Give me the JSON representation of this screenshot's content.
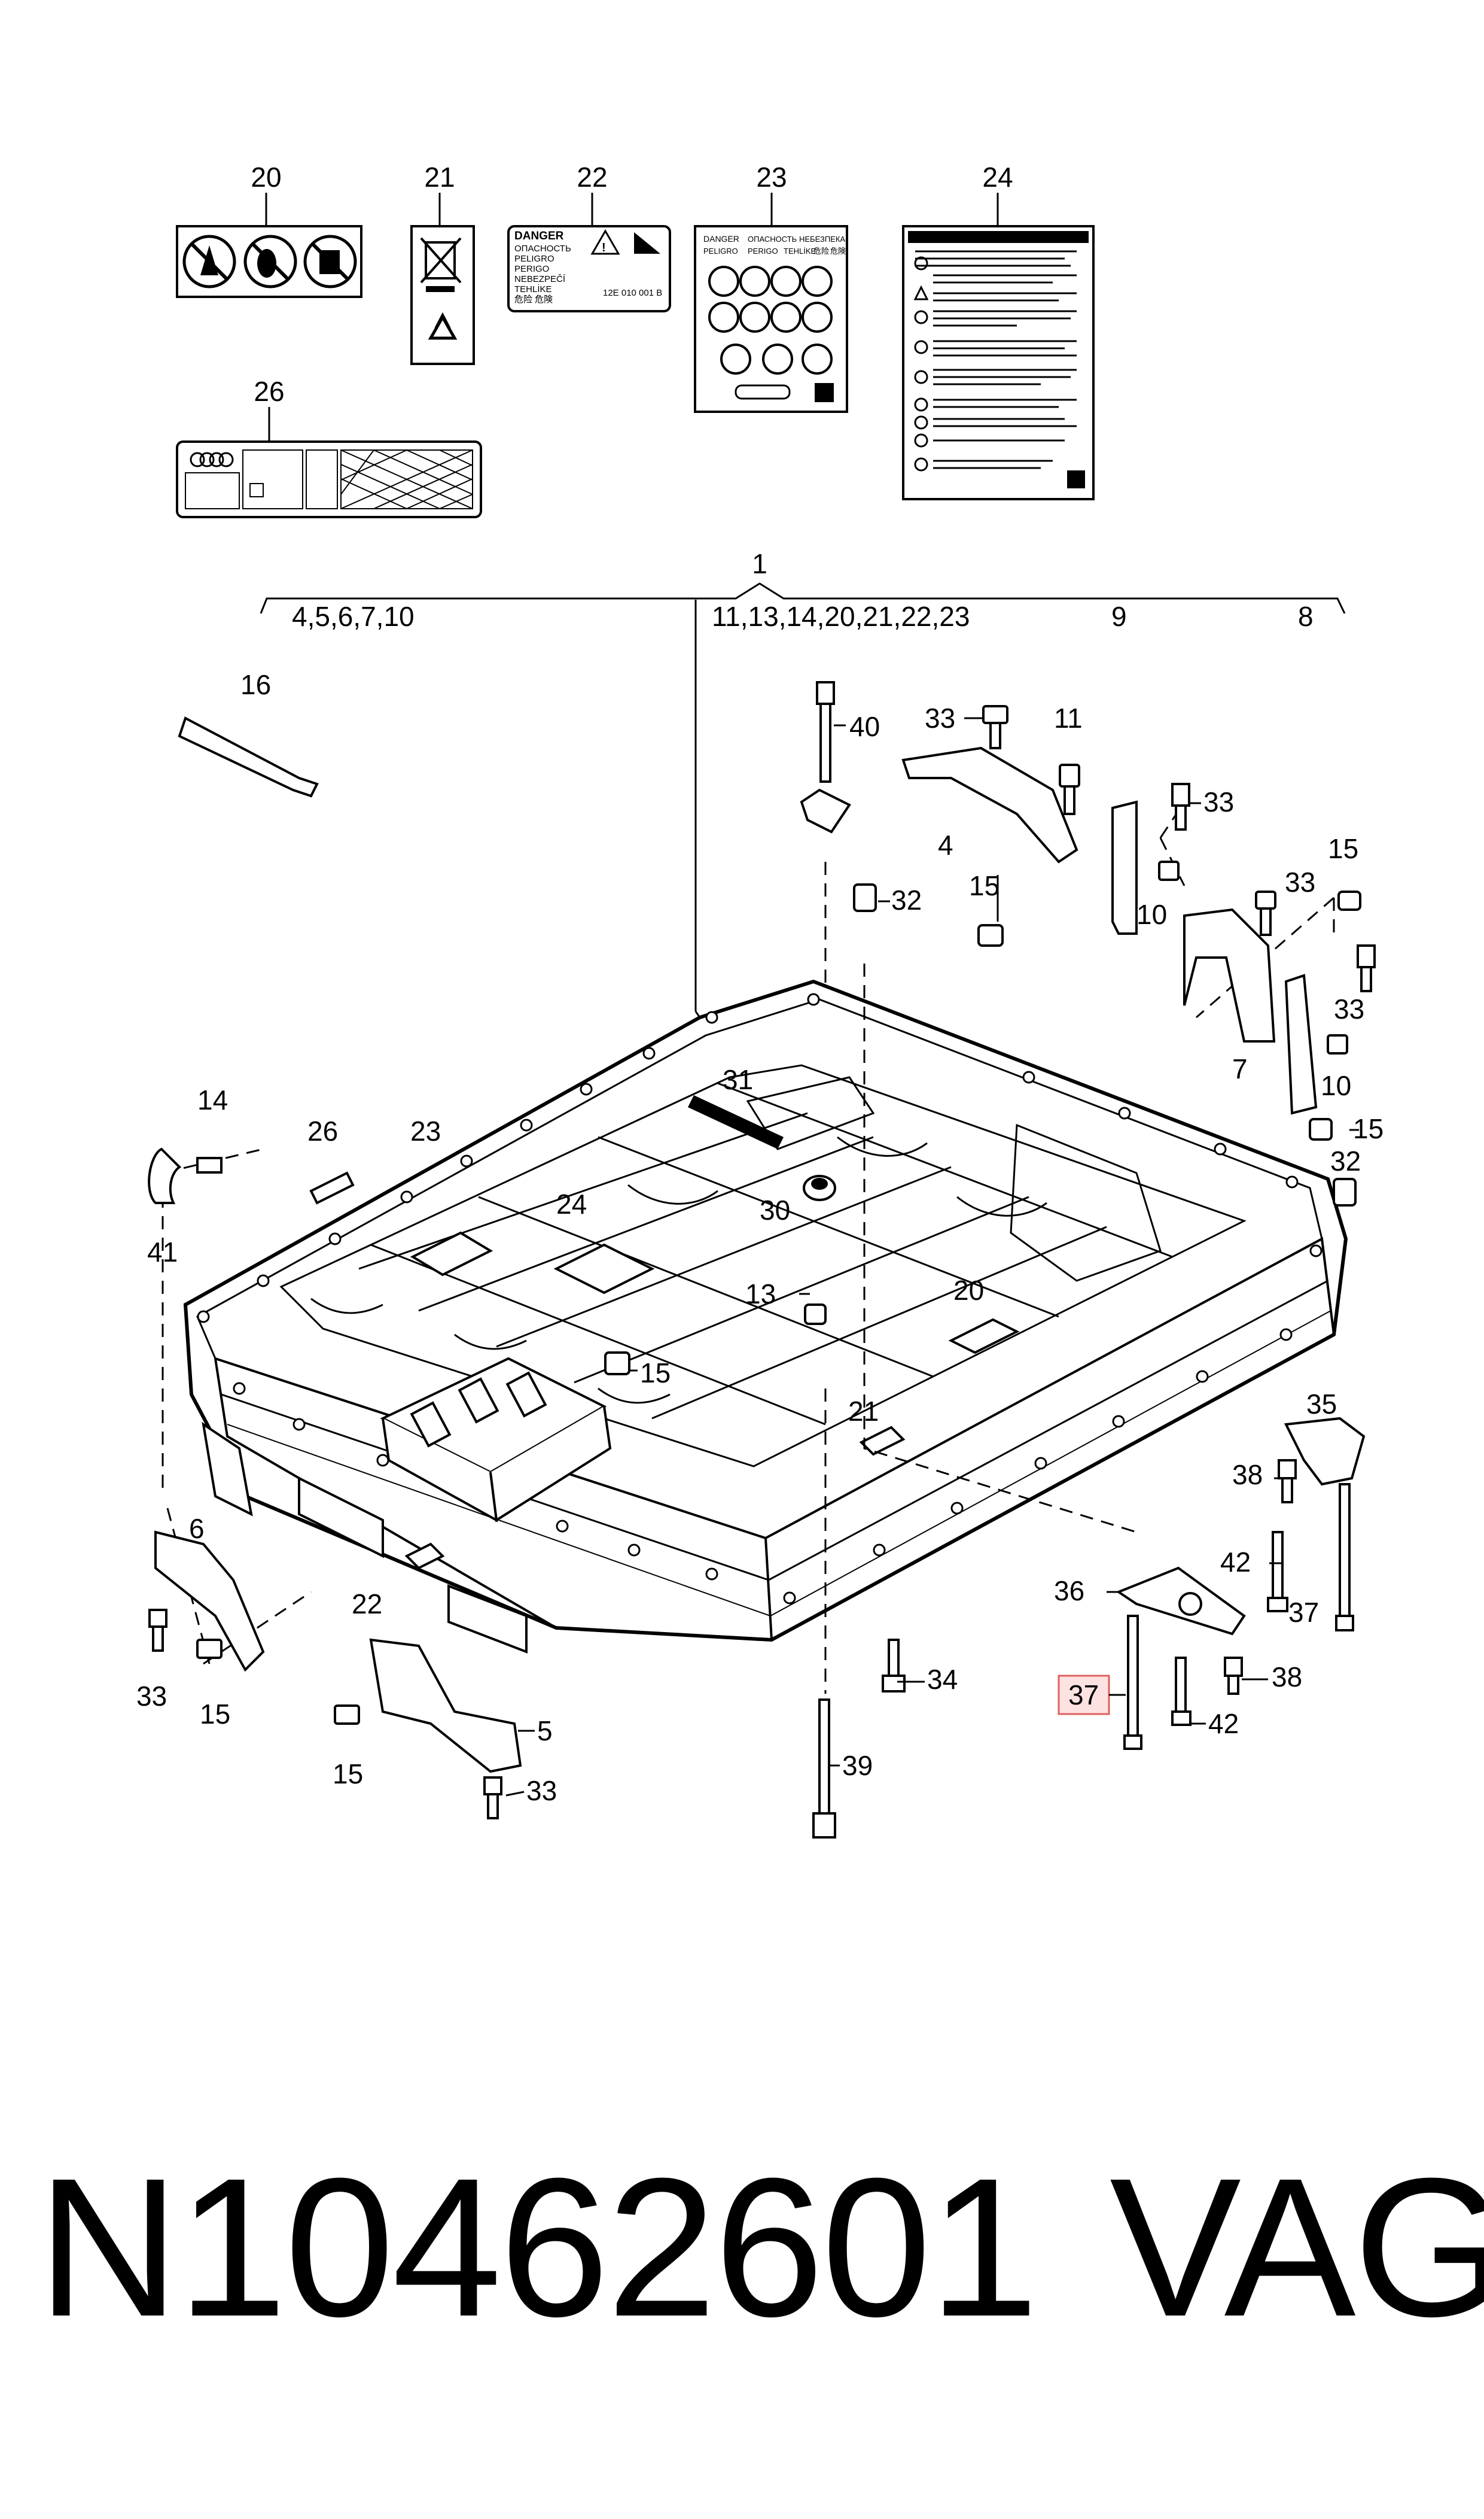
{
  "diagram": {
    "group_header": "1",
    "group_left": "4,5,6,7,10",
    "group_mid": "11,13,14,20,21,22,23",
    "group_9": "9",
    "group_8": "8",
    "highlighted_callout": "37",
    "label_cards": {
      "c20": "20",
      "c21": "21",
      "c22": "22",
      "c23": "23",
      "c24": "24",
      "c26": "26",
      "danger_title": "DANGER",
      "danger_lines": [
        "ОПАСНОСТЬ",
        "PELIGRO",
        "PERIGO",
        "NEBEZPEČÍ",
        "TEHLİKE",
        "危险  危険"
      ],
      "danger_code": "12E 010 001 B",
      "card23_header": [
        "DANGER",
        "ОПАСНОСТЬ",
        "НЕБЕЗПЕКА",
        "PELIGRO",
        "PERIGO",
        "TEHLİKE",
        "危险",
        "危険"
      ]
    },
    "callouts": {
      "n40": "40",
      "n33a": "33",
      "n11": "11",
      "n9": "9",
      "n8": "8",
      "n4": "4",
      "n33b": "33",
      "n32a": "32",
      "n15a": "15",
      "n10a": "10",
      "n15b": "15",
      "n33c": "33",
      "n33d": "33",
      "n7": "7",
      "n10b": "10",
      "n15c": "15",
      "n32b": "32",
      "n16": "16",
      "n14": "14",
      "n41": "41",
      "n26": "26",
      "n23": "23",
      "n31": "31",
      "n24": "24",
      "n30": "30",
      "n13": "13",
      "n20": "20",
      "n15d": "15",
      "n21": "21",
      "n35": "35",
      "n38a": "38",
      "n42a": "42",
      "n37a": "37",
      "n36": "36",
      "n38b": "38",
      "n37b": "37",
      "n42b": "42",
      "n6": "6",
      "n33e": "33",
      "n15e": "15",
      "n22": "22",
      "n34": "34",
      "n5": "5",
      "n15f": "15",
      "n33f": "33",
      "n39": "39"
    }
  },
  "footer": {
    "part_number": "N10462601",
    "brand": "VAG"
  }
}
